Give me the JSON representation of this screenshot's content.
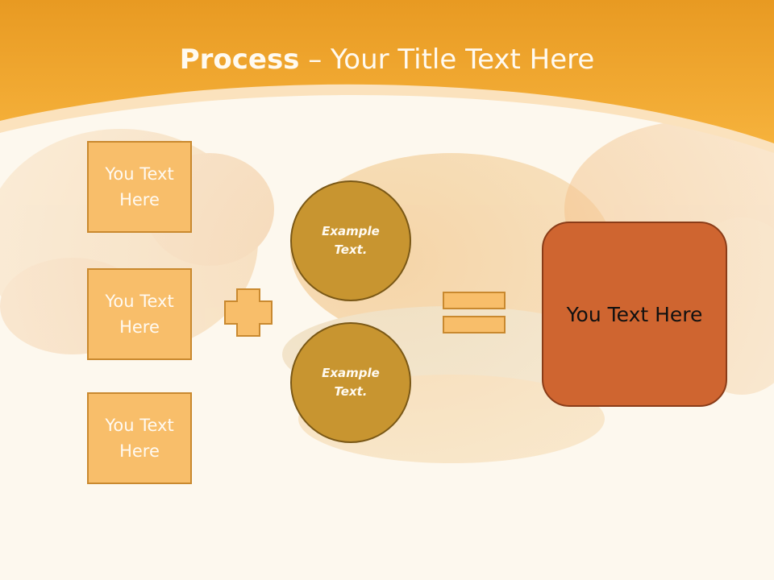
{
  "title": {
    "bold": "Process",
    "rest": " – Your Title Text Here"
  },
  "left_boxes": [
    {
      "label": "You Text Here"
    },
    {
      "label": "You Text Here"
    },
    {
      "label": "You Text Here"
    }
  ],
  "circles": [
    {
      "label": "Example Text."
    },
    {
      "label": "Example Text."
    }
  ],
  "result": {
    "label": "You Text Here"
  },
  "colors": {
    "header": "#f2a52a",
    "box_fill": "#f8be6a",
    "circle_fill": "#c89530",
    "result_fill": "#cf6530"
  }
}
